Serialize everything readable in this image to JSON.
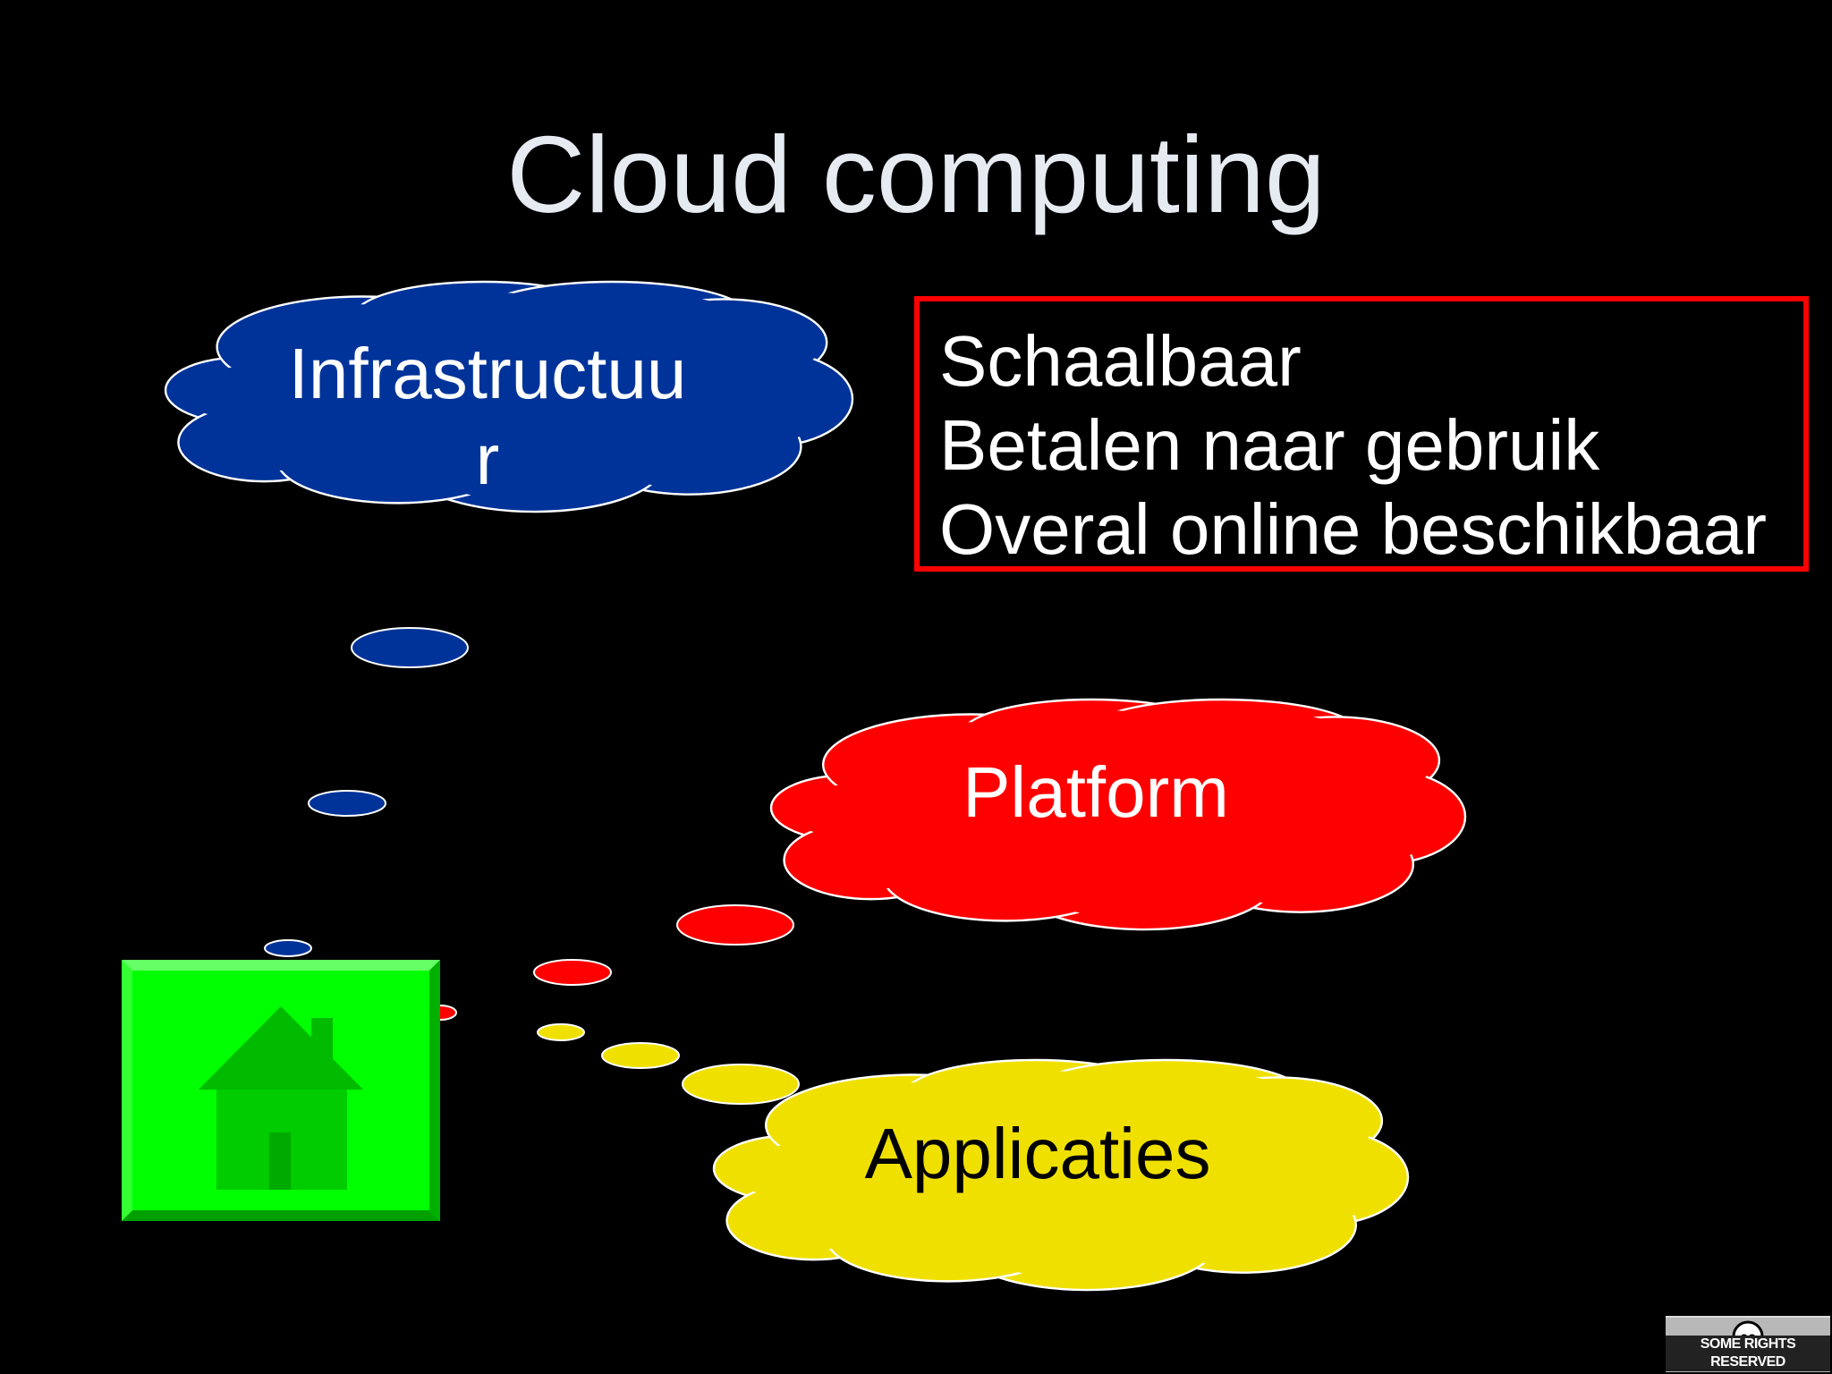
{
  "slide": {
    "title": "Cloud computing",
    "features": [
      "Schaalbaar",
      "Betalen naar gebruik",
      "Overal online beschikbaar"
    ],
    "clouds": {
      "infrastructure": {
        "label_line1": "Infrastructuu",
        "label_line2": "r",
        "color": "#003399"
      },
      "platform": {
        "label": "Platform",
        "color": "#ff0000"
      },
      "applications": {
        "label": "Applicaties",
        "color": "#f0e000"
      }
    },
    "home_button": {
      "icon": "house-icon",
      "color": "#00ff00"
    },
    "license_badge": {
      "icon": "cc-icon",
      "text": "SOME RIGHTS RESERVED"
    },
    "colors": {
      "background": "#000000",
      "title": "#e6ebf2",
      "feature_border": "#ff0000"
    }
  }
}
